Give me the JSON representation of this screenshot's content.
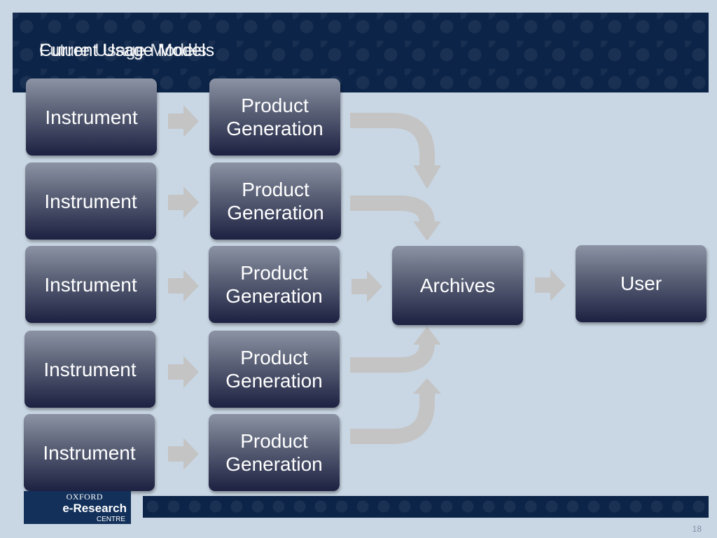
{
  "slide": {
    "title_layers": [
      "Current Usage Models",
      "Future Usage Models"
    ],
    "page_number": "18"
  },
  "rows": [
    {
      "instrument": "Instrument",
      "product_line1": "Product",
      "product_line2": "Generation"
    },
    {
      "instrument": "Instrument",
      "product_line1": "Product",
      "product_line2": "Generation"
    },
    {
      "instrument": "Instrument",
      "product_line1": "Product",
      "product_line2": "Generation"
    },
    {
      "instrument": "Instrument",
      "product_line1": "Product",
      "product_line2": "Generation"
    },
    {
      "instrument": "Instrument",
      "product_line1": "Product",
      "product_line2": "Generation"
    }
  ],
  "archives": {
    "label": "Archives"
  },
  "user": {
    "label": "User"
  },
  "logo": {
    "line1": "OXFORD",
    "line2": "e-Research",
    "line3": "CENTRE"
  },
  "colors": {
    "background": "#c9d7e4",
    "header_band": "#0c2448",
    "box_top": "#8c93a4",
    "box_bottom": "#1d2142",
    "arrow": "#c4c4c4"
  }
}
